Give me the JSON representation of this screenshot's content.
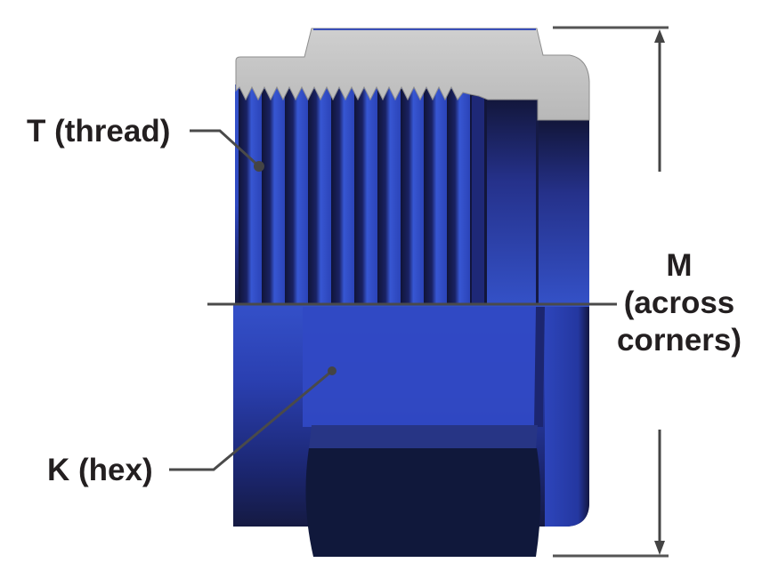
{
  "diagram": {
    "subject": "threaded hex fitting cutaway",
    "labels": {
      "thread": "T (thread)",
      "hex": "K (hex)",
      "across_corners_line1": "M",
      "across_corners_line2": "(across",
      "across_corners_line3": "corners)"
    },
    "colors": {
      "background": "#ffffff",
      "steel": "#c4c4c4",
      "steel_edge": "#8e8e8e",
      "blue_light": "#3150c8",
      "blue_mid": "#2a3fae",
      "blue_dark": "#141a4a",
      "blue_deep": "#10183b",
      "leader_line": "#4a4a4a",
      "text": "#231f20"
    }
  }
}
